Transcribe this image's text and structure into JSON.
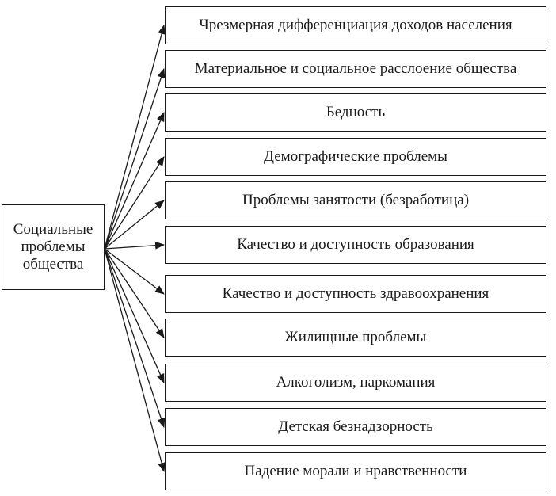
{
  "diagram": {
    "source": {
      "lines": [
        "Социальные",
        "проблемы",
        "общества"
      ]
    },
    "targets": [
      "Чрезмерная дифференциация доходов населения",
      "Материальное и социальное расслоение общества",
      "Бедность",
      "Демографические проблемы",
      "Проблемы занятости (безработица)",
      "Качество и доступность образования",
      "Качество и доступность здравоохранения",
      "Жилищные проблемы",
      "Алкоголизм, наркомания",
      "Детская безнадзорность",
      "Падение морали и нравственности"
    ],
    "colors": {
      "stroke": "#1a1a1a",
      "background": "#ffffff"
    }
  }
}
